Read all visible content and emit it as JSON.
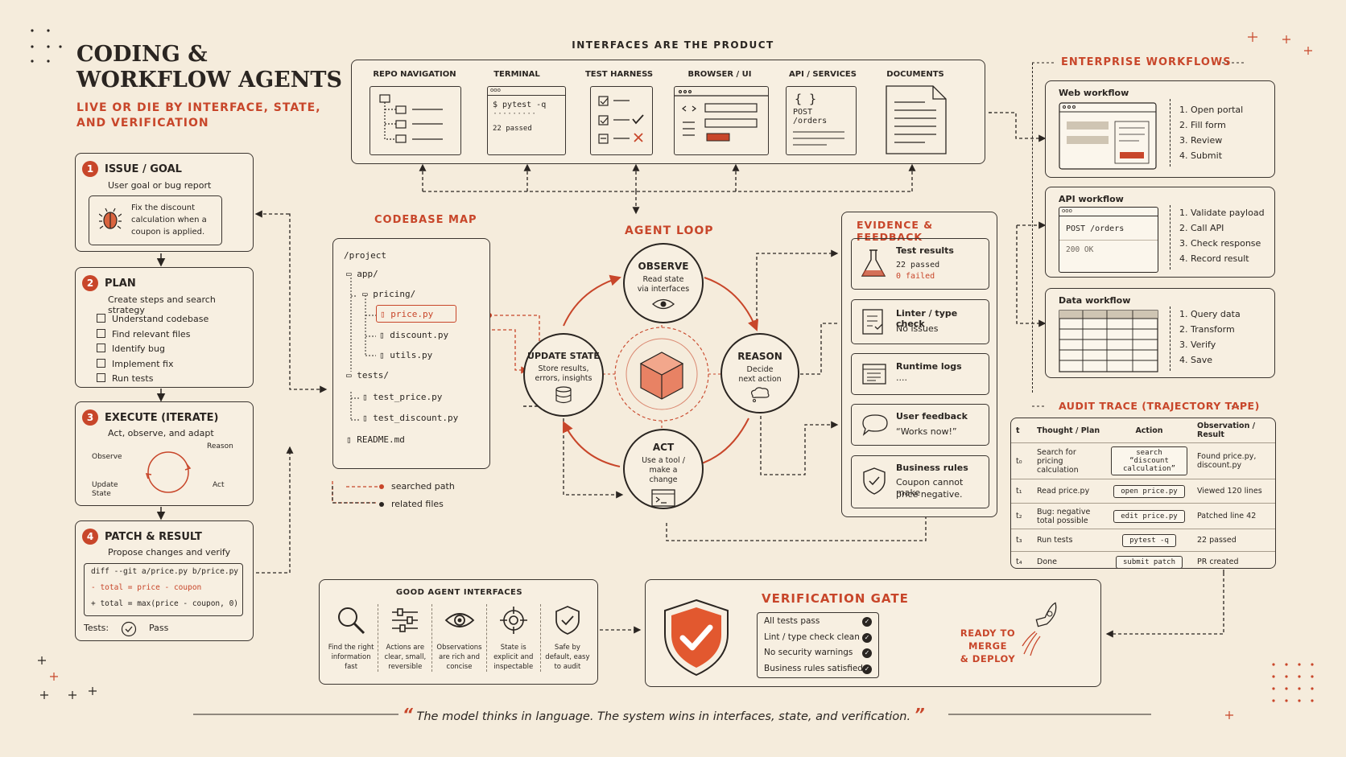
{
  "title": {
    "line1": "CODING &",
    "line2": "WORKFLOW AGENTS",
    "sub1": "LIVE OR DIE BY INTERFACE, STATE,",
    "sub2": "AND VERIFICATION"
  },
  "interfaces": {
    "header": "INTERFACES ARE THE PRODUCT",
    "items": [
      {
        "label": "REPO NAVIGATION"
      },
      {
        "label": "TERMINAL",
        "cmd": "$ pytest -q",
        "out": "22 passed"
      },
      {
        "label": "TEST HARNESS"
      },
      {
        "label": "BROWSER / UI"
      },
      {
        "label": "API / SERVICES",
        "braces": "{      }",
        "req": "POST /orders"
      },
      {
        "label": "DOCUMENTS"
      }
    ]
  },
  "steps": [
    {
      "num": "1",
      "title": "ISSUE / GOAL",
      "desc": "User goal or bug report",
      "note": [
        "Fix the discount",
        "calculation when a",
        "coupon is applied."
      ]
    },
    {
      "num": "2",
      "title": "PLAN",
      "desc": "Create steps and search strategy",
      "items": [
        "Understand codebase",
        "Find relevant files",
        "Identify bug",
        "Implement fix",
        "Run tests"
      ]
    },
    {
      "num": "3",
      "title": "EXECUTE (ITERATE)",
      "desc": "Act, observe, and adapt",
      "loop": [
        "Observe",
        "Reason",
        "Update State",
        "Act"
      ]
    },
    {
      "num": "4",
      "title": "PATCH & RESULT",
      "desc": "Propose changes and verify",
      "diff": [
        "diff --git a/price.py b/price.py",
        "-  total = price - coupon",
        "+  total = max(price - coupon, 0)"
      ],
      "tests_label": "Tests:",
      "tests_value": "Pass"
    }
  ],
  "codebase": {
    "header": "CODEBASE MAP",
    "tree": [
      "/project",
      "app/",
      "pricing/",
      "price.py",
      "discount.py",
      "utils.py",
      "tests/",
      "test_price.py",
      "test_discount.py",
      "README.md"
    ],
    "legend": [
      "searched path",
      "related files"
    ]
  },
  "loop": {
    "header": "AGENT LOOP",
    "nodes": [
      {
        "title": "OBSERVE",
        "desc": "Read state via interfaces"
      },
      {
        "title": "REASON",
        "desc": "Decide next action"
      },
      {
        "title": "ACT",
        "desc": "Use a tool / make a change"
      },
      {
        "title": "UPDATE STATE",
        "desc": "Store results, errors, insights"
      }
    ]
  },
  "evidence": {
    "header": "EVIDENCE & FEEDBACK",
    "items": [
      {
        "title": "Test results",
        "l1": "22 passed",
        "l2": "0 failed"
      },
      {
        "title": "Linter / type check",
        "l1": "No issues"
      },
      {
        "title": "Runtime logs",
        "l1": "····"
      },
      {
        "title": "User feedback",
        "l1": "“Works now!”"
      },
      {
        "title": "Business rules",
        "l1": "Coupon cannot make",
        "l2": "price negative."
      }
    ]
  },
  "enterprise": {
    "header": "ENTERPRISE WORKFLOWS",
    "flows": [
      {
        "title": "Web workflow",
        "steps": [
          "1.  Open portal",
          "2.  Fill form",
          "3.  Review",
          "4.  Submit"
        ]
      },
      {
        "title": "API workflow",
        "req": "POST /orders",
        "resp": "200 OK",
        "steps": [
          "1.  Validate payload",
          "2.  Call API",
          "3.  Check response",
          "4.  Record result"
        ]
      },
      {
        "title": "Data workflow",
        "steps": [
          "1.  Query data",
          "2.  Transform",
          "3.  Verify",
          "4.  Save"
        ]
      }
    ]
  },
  "audit": {
    "header": "AUDIT TRACE (TRAJECTORY TAPE)",
    "cols": [
      "t",
      "Thought / Plan",
      "Action",
      "Observation / Result"
    ],
    "rows": [
      {
        "t": "t₀",
        "plan": "Search for pricing calculation",
        "action": "search “discount calculation”",
        "obs": "Found price.py, discount.py"
      },
      {
        "t": "t₁",
        "plan": "Read price.py",
        "action": "open price.py",
        "obs": "Viewed 120 lines"
      },
      {
        "t": "t₂",
        "plan": "Bug: negative total possible",
        "action": "edit price.py",
        "obs": "Patched line 42"
      },
      {
        "t": "t₃",
        "plan": "Run tests",
        "action": "pytest -q",
        "obs": "22 passed"
      },
      {
        "t": "t₄",
        "plan": "Done",
        "action": "submit patch",
        "obs": "PR created"
      }
    ]
  },
  "good": {
    "header": "GOOD AGENT INTERFACES",
    "items": [
      {
        "icon": "magnifier",
        "l1": "Find the right",
        "l2": "information",
        "l3": "fast"
      },
      {
        "icon": "sliders",
        "l1": "Actions are",
        "l2": "clear, small,",
        "l3": "reversible"
      },
      {
        "icon": "eye",
        "l1": "Observations",
        "l2": "are rich and",
        "l3": "concise"
      },
      {
        "icon": "crosshair",
        "l1": "State is",
        "l2": "explicit and",
        "l3": "inspectable"
      },
      {
        "icon": "shield-check",
        "l1": "Safe by",
        "l2": "default, easy",
        "l3": "to audit"
      }
    ]
  },
  "gate": {
    "header": "VERIFICATION GATE",
    "checks": [
      "All tests pass",
      "Lint / type check clean",
      "No security warnings",
      "Business rules satisfied"
    ],
    "ready1": "READY TO MERGE",
    "ready2": "& DEPLOY"
  },
  "quote": {
    "open": "“",
    "text": "The model thinks in language. The system wins in interfaces, state, and verification.",
    "close": "”"
  },
  "colors": {
    "accent": "#c8462a",
    "ink": "#2a2521",
    "paper": "#f5ecdc"
  }
}
